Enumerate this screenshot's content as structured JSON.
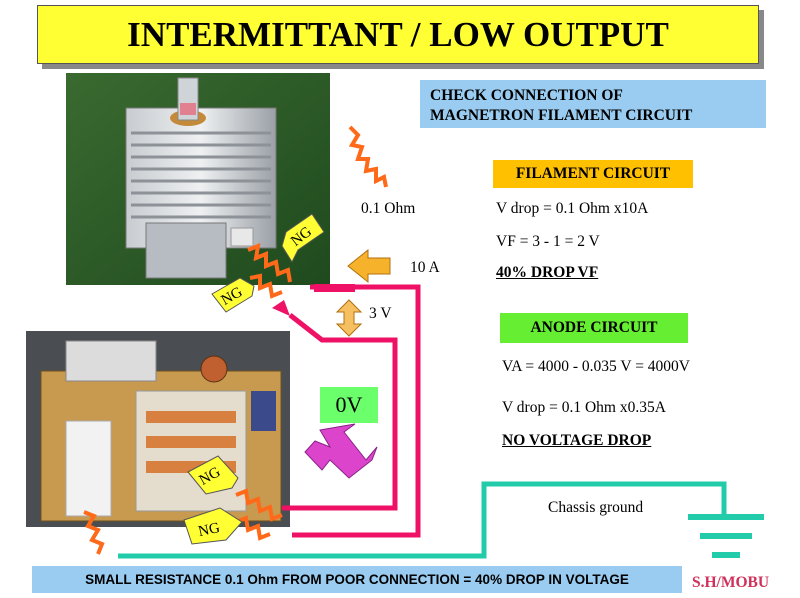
{
  "title": "INTERMITTANT / LOW OUTPUT",
  "check_box": {
    "line1": "CHECK CONNECTION OF",
    "line2": "MAGNETRON FILAMENT CIRCUIT"
  },
  "filament": {
    "heading": "FILAMENT CIRCUIT",
    "line1": "V drop = 0.1 Ohm x10A",
    "line2": "VF = 3 - 1 = 2 V",
    "line3": "40% DROP VF"
  },
  "anode": {
    "heading": "ANODE CIRCUIT",
    "line1": "VA = 4000 - 0.035 V =  4000V",
    "line2": "V drop = 0.1 Ohm x0.35A",
    "line3": "NO VOLTAGE DROP"
  },
  "labels": {
    "resistance": "0.1 Ohm",
    "current": "10 A",
    "voltage": "3 V",
    "zero_v": "0V",
    "chassis": "Chassis ground",
    "ng": "NG"
  },
  "bottom_note": "SMALL RESISTANCE 0.1 Ohm FROM POOR CONNECTION = 40% DROP IN VOLTAGE",
  "author": "S.H/MOBU",
  "colors": {
    "title_bg": "#ffff33",
    "info_bg": "#99ccf0",
    "filament_bg": "#ffc000",
    "anode_bg": "#66ee33",
    "wire_red": "#ee1166",
    "wire_ground": "#22ccaa",
    "resistor": "#ff6a1a",
    "ng_tag": "#ffff33",
    "author": "#d0305a"
  }
}
